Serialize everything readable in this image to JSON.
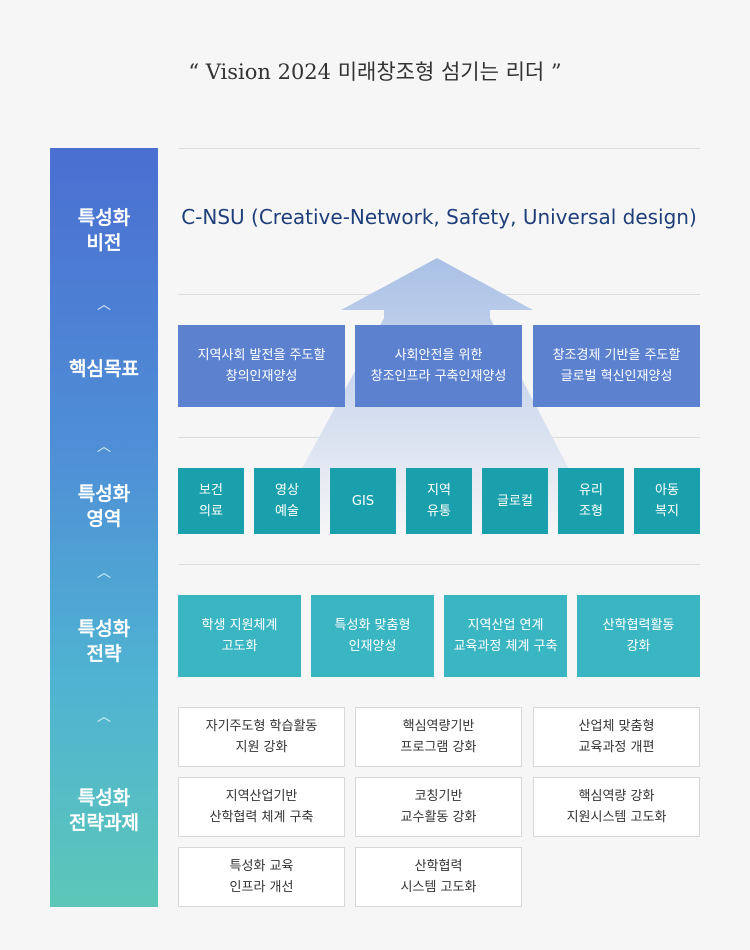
{
  "title": "“ Vision 2024 미래창조형 섬기는 리더 ”",
  "sidebar": {
    "vision": "특성화\n비전",
    "goals": "핵심목표",
    "areas": "특성화\n영역",
    "strategy": "특성화\n전략",
    "tasks": "특성화\n전략과제"
  },
  "vision_text": "C-NSU (Creative-Network, Safety, Universal design)",
  "goals": [
    "지역사회 발전을 주도할\n창의인재양성",
    "사회안전을 위한\n창조인프라 구축인재양성",
    "창조경제 기반을 주도할\n글로벌 혁신인재양성"
  ],
  "areas": [
    "보건\n의료",
    "영상\n예술",
    "GIS",
    "지역\n유통",
    "글로컬",
    "유리\n조형",
    "아동\n복지"
  ],
  "strategies": [
    "학생 지원체계\n고도화",
    "특성화 맞춤형\n인재양성",
    "지역산업 연계\n교육과정 체계 구축",
    "산학협력활동\n강화"
  ],
  "tasks": [
    "자기주도형 학습활동\n지원 강화",
    "핵심역량기반\n프로그램 강화",
    "산업체 맞춤형\n교육과정 개편",
    "지역산업기반\n산학협력 체계 구축",
    "코칭기반\n교수활동 강화",
    "핵심역량 강화\n지원시스템 고도화",
    "특성화 교육\n인프라 개선",
    "산학협력\n시스템 고도화"
  ]
}
